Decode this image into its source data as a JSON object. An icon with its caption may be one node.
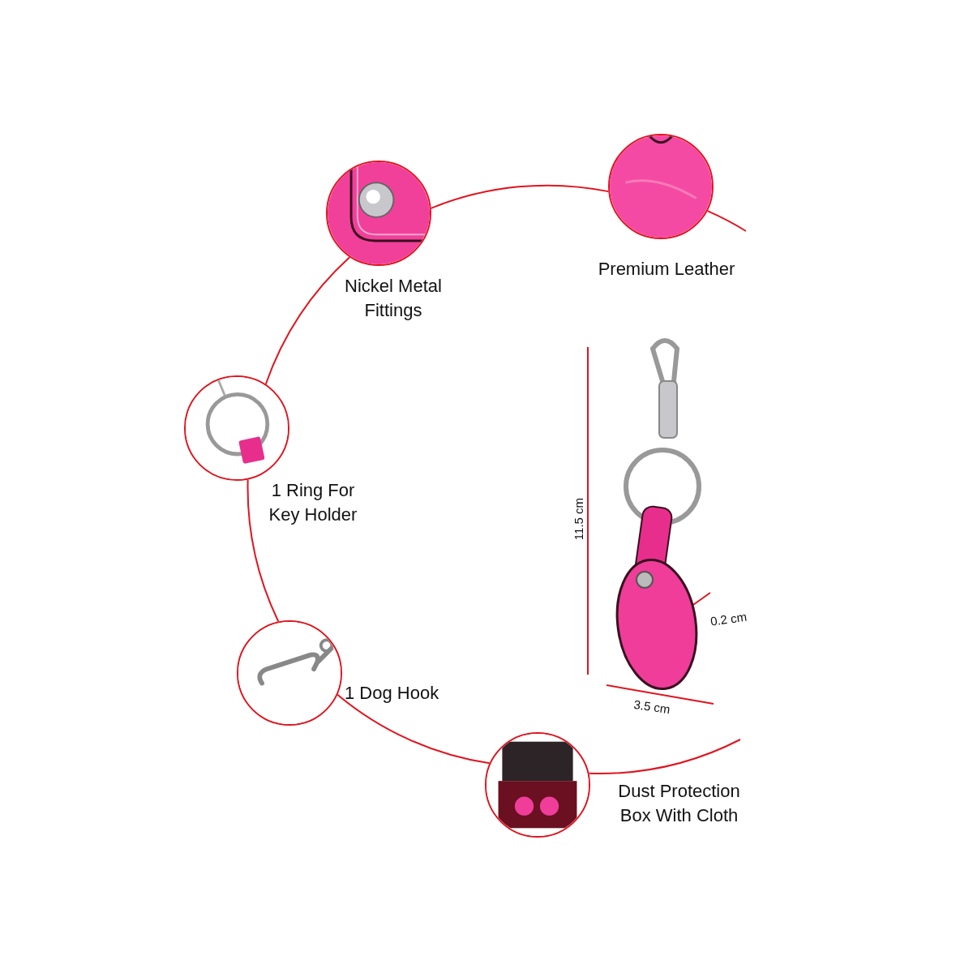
{
  "diagram": {
    "nodes": [
      {
        "text": [],
        "shape": "picture",
        "beside": [
          "Nickel Metal Fittings"
        ]
      },
      {
        "text": [],
        "shape": "picture",
        "beside": [
          "Premium Leather"
        ]
      },
      {
        "text": [],
        "shape": "picture",
        "beside": [
          "1 Ring For Key Holder"
        ]
      },
      {
        "text": [],
        "shape": "picture"
      },
      {
        "text": [],
        "shape": "picture",
        "beside": [
          "1 Dog Hook"
        ]
      },
      {
        "text": [],
        "shape": "picture",
        "beside": [
          "Dust Protection Box With Cloth"
        ]
      }
    ],
    "edges": [
      {
        "from": 0,
        "to": 1,
        "arrow": "none"
      },
      {
        "from": 1,
        "to": null,
        "arrow": "none"
      },
      {
        "from": 0,
        "to": 2,
        "arrow": "none"
      },
      {
        "from": 2,
        "to": 4,
        "arrow": "none"
      },
      {
        "from": 4,
        "to": 5,
        "arrow": "none"
      },
      {
        "from": 5,
        "to": null,
        "arrow": "none"
      }
    ],
    "labels": [
      "11.5 cm",
      "0.2 cm",
      "3.5 cm"
    ]
  }
}
